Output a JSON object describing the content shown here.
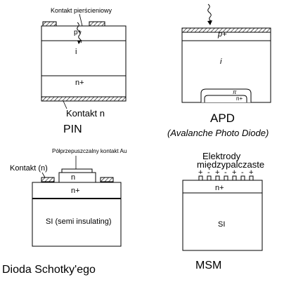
{
  "colors": {
    "stroke": "#000000",
    "background": "#ffffff"
  },
  "pin": {
    "top_label": "Kontakt pierścieniowy",
    "p_layer": "p+",
    "i_layer": "i",
    "n_layer": "n+",
    "bottom_contact": "Kontakt n",
    "title": "PIN"
  },
  "apd": {
    "p_layer": "p+",
    "i_layer": "i",
    "pi_layer": "π",
    "n_layer": "n+",
    "title": "APD",
    "subtitle": "(Avalanche Photo Diode)"
  },
  "schottky": {
    "top_label": "Półprzepuszczalny kontakt Au",
    "contact_label": "Kontakt (n)",
    "n_region": "n",
    "n_layer": "n+",
    "si_layer": "SI (semi insulating)",
    "title": "Dioda Schotky'ego"
  },
  "msm": {
    "electrodes_line1": "Elektrody",
    "electrodes_line2": "międzypalczaste",
    "polarity": [
      "+",
      "-",
      "+",
      "-",
      "+",
      "-",
      "+"
    ],
    "n_layer": "n+",
    "si_layer": "SI",
    "title": "MSM"
  }
}
